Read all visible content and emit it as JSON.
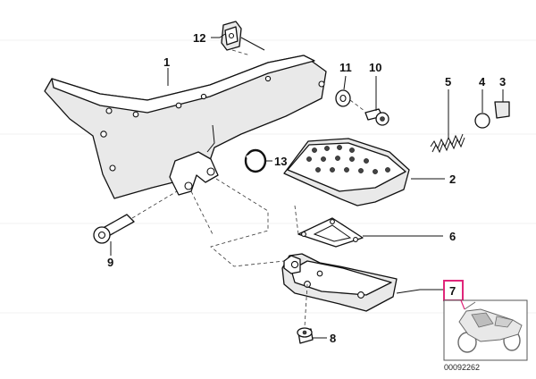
{
  "callouts": {
    "c1": "1",
    "c2": "2",
    "c3": "3",
    "c4": "4",
    "c5": "5",
    "c6": "6",
    "c7": "7",
    "c8": "8",
    "c9": "9",
    "c10": "10",
    "c11": "11",
    "c12": "12",
    "c13": "13"
  },
  "highlighted_callout": "7",
  "catalog_number": "00092262",
  "colors": {
    "highlight": "#e0267a",
    "ink": "#111111"
  }
}
